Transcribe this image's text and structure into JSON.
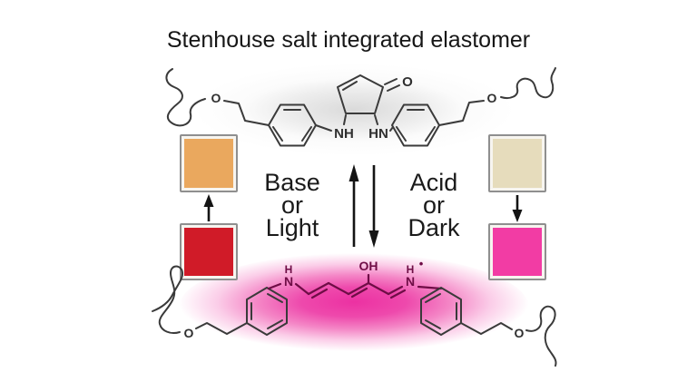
{
  "figure": {
    "title": "Stenhouse salt integrated elastomer",
    "left_process": {
      "lines": [
        "Base",
        "or",
        "Light"
      ]
    },
    "right_process": {
      "lines": [
        "Acid",
        "or",
        "Dark"
      ]
    },
    "swatches": {
      "top_left_color": "#eaa85e",
      "bottom_left_color": "#d01b28",
      "top_right_color": "#e6dcbc",
      "bottom_right_color": "#f23ca4",
      "frame_color": "#8f8f8f"
    },
    "closed_form": {
      "ketone_o": "O",
      "nh_left": "NH",
      "nh_right": "HN",
      "ether_o_left": "O",
      "ether_o_right": "O"
    },
    "open_form": {
      "h_left": "H",
      "n_left": "N",
      "oh": "OH",
      "h_right": "H",
      "n_right": "N",
      "radical_dot": "•",
      "ether_o_left": "O",
      "ether_o_right": "O"
    },
    "colors": {
      "closed_glow": "#c6c6c6",
      "open_glow": "#ec31a2",
      "closed_structure_stroke": "#3a3a3a",
      "open_chain_stroke": "#6f0d46",
      "arrow_color": "#141414"
    }
  }
}
